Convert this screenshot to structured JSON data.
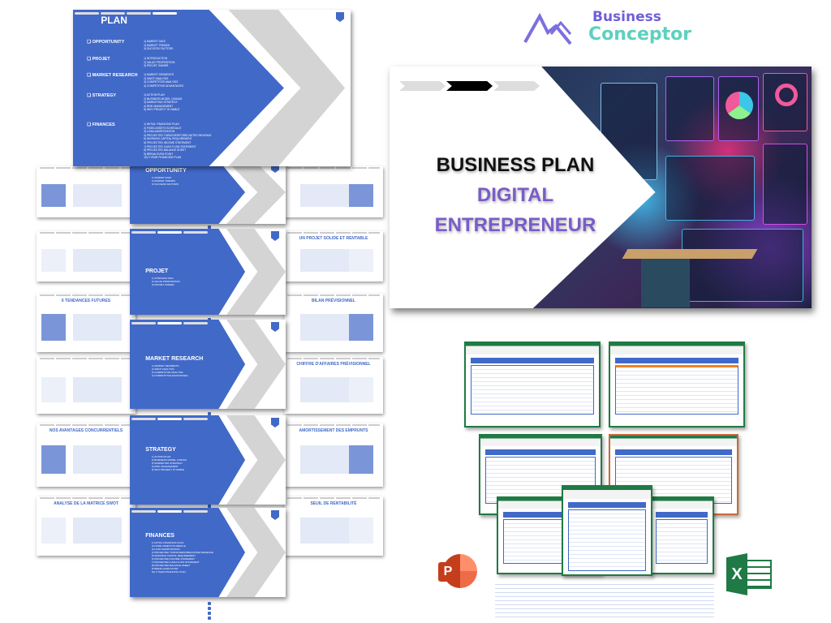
{
  "logo": {
    "line1": "Business",
    "line2": "Conceptor",
    "colors": {
      "line1": "#6e5fd6",
      "line2": "#5fd0c0",
      "mountain": "#7b6fe0"
    }
  },
  "hero": {
    "title": "BUSINESS PLAN",
    "subtitle_line1": "DIGITAL",
    "subtitle_line2": "ENTREPRENEUR",
    "subtitle_color": "#7a5cc8"
  },
  "plan": {
    "title": "PLAN",
    "sections": [
      {
        "name": "OPPORTUNITY",
        "items": [
          "1) MARKET DATA",
          "2) MARKET TRENDS",
          "3) SUCCESS FACTORS"
        ]
      },
      {
        "name": "PROJET",
        "items": [
          "1) INTRODUCTION",
          "2) VALUE PROPOSITION",
          "3) PROJET OWNER"
        ]
      },
      {
        "name": "MARKET RESEARCH",
        "items": [
          "1) MARKET SEGMENTS",
          "2) SWOT ANALYSIS",
          "3) COMPETITOR ANALYSIS",
          "4) COMPETITIVE ADVANTAGES"
        ]
      },
      {
        "name": "STRATEGY",
        "items": [
          "1) ACTION PLAN",
          "2) BUSINESS MODEL CANVAS",
          "3) MARKETING STRATEGY",
          "4) RISK MANAGEMENT",
          "5) WHY PROJECT IS VIABLE"
        ]
      },
      {
        "name": "FINANCES",
        "items": [
          "1) INITIAL FINANCING PLAN",
          "2) FIXED ASSETS SCHEDULE",
          "3) LOAN AMORTIZATION",
          "4) PROJECTED TURNOVER/FORECASTED REVENUE",
          "5) WORKING CAPITAL REQUIREMENT",
          "6) PROJECTED INCOME STATEMENT",
          "7) PROJECTED CASH FLOW STATEMENT",
          "8) PROJECTED BALANCE SHEET",
          "9) BREAK-EVEN POINT",
          "10) 3 YEAR FINANCING PLAN"
        ]
      }
    ]
  },
  "side_slides": {
    "left": [
      "",
      "",
      "6 TENDANCES FUTURES",
      "",
      "NOS AVANTAGES CONCURRENTIELS",
      "ANALYSE DE LA MATRICE SWOT"
    ],
    "right": [
      "",
      "UN PROJET SOLIDE ET RENTABLE",
      "BILAN PRÉVISIONNEL",
      "CHIFFRE D'AFFAIRES PRÉVISIONNEL",
      "AMORTISSEMENT DES EMPRUNTS",
      "SEUIL DE RENTABILITÉ"
    ]
  },
  "apps": {
    "powerpoint": {
      "letter": "P",
      "color": "#d04a26"
    },
    "excel": {
      "letter": "X",
      "color": "#1f7a45"
    }
  },
  "colors": {
    "slide_blue": "#4169c8",
    "chevron_gray": "#d4d4d4"
  }
}
